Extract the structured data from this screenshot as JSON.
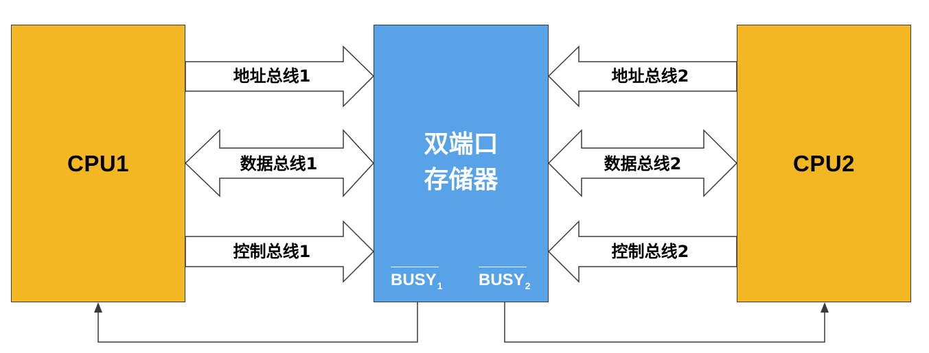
{
  "colors": {
    "cpu_fill": "#f4b724",
    "memory_fill": "#58a3e8",
    "stroke": "#3a3a3a"
  },
  "cpu1": {
    "label": "CPU1"
  },
  "cpu2": {
    "label": "CPU2"
  },
  "memory": {
    "title_line1": "双端口",
    "title_line2": "存储器",
    "busy1": {
      "text": "BUSY",
      "subscript": "1"
    },
    "busy2": {
      "text": "BUSY",
      "subscript": "2"
    }
  },
  "buses": {
    "address1": "地址总线1",
    "data1": "数据总线1",
    "control1": "控制总线1",
    "address2": "地址总线2",
    "data2": "数据总线2",
    "control2": "控制总线2"
  }
}
